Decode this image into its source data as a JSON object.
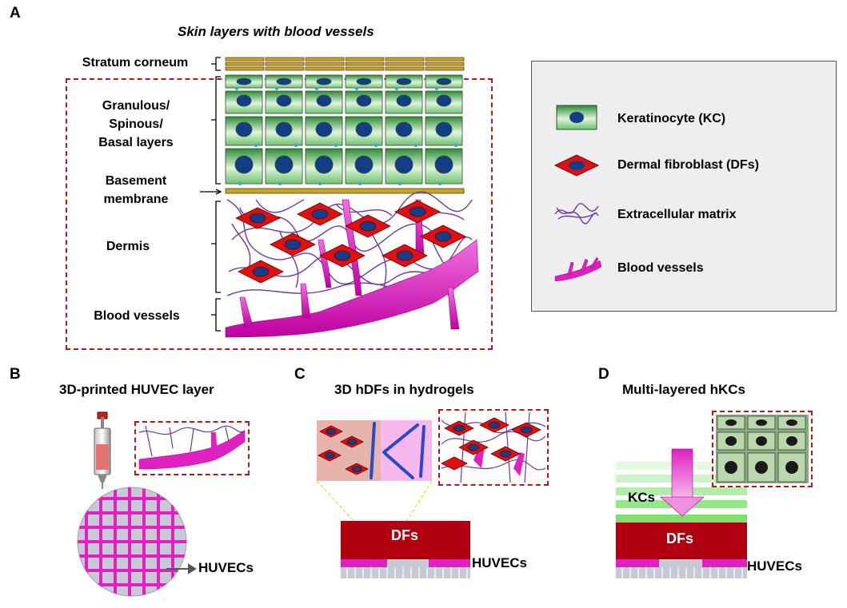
{
  "panels": {
    "A": {
      "letter": "A",
      "title": "Skin layers with blood vessels",
      "labels": {
        "stratum_corneum": "Stratum corneum",
        "granulous": "Granulous/",
        "spinous": "Spinous/",
        "basal": "Basal layers",
        "basement_1": "Basement",
        "basement_2": "membrane",
        "dermis": "Dermis",
        "blood_vessels": "Blood vessels"
      },
      "legend": [
        {
          "key": "keratinocyte",
          "label": "Keratinocyte (KC)",
          "icon": "keratinocyte-icon"
        },
        {
          "key": "fibroblast",
          "label": "Dermal fibroblast (DFs)",
          "icon": "fibroblast-icon"
        },
        {
          "key": "ecm",
          "label": "Extracellular matrix",
          "icon": "ecm-icon"
        },
        {
          "key": "vessels",
          "label": "Blood vessels",
          "icon": "blood-vessel-icon"
        }
      ]
    },
    "B": {
      "letter": "B",
      "title": "3D-printed HUVEC layer",
      "huvecs": "HUVECs"
    },
    "C": {
      "letter": "C",
      "title": "3D hDFs in hydrogels",
      "dfs": "DFs",
      "huvecs": "HUVECs"
    },
    "D": {
      "letter": "D",
      "title": "Multi-layered hKCs",
      "kcs": "KCs",
      "dfs": "DFs",
      "huvecs": "HUVECs"
    }
  },
  "colors": {
    "keratinocyte_green": "#2d8a37",
    "nucleus_blue": "#133e86",
    "fibroblast_red": "#e01010",
    "ecm_purple": "#6a3aa8",
    "vessel_magenta": "#e020c0",
    "dermis_dark_red": "#b00010",
    "stratum_gold": "#c9a227",
    "dashed_red": "#b31b1b"
  }
}
